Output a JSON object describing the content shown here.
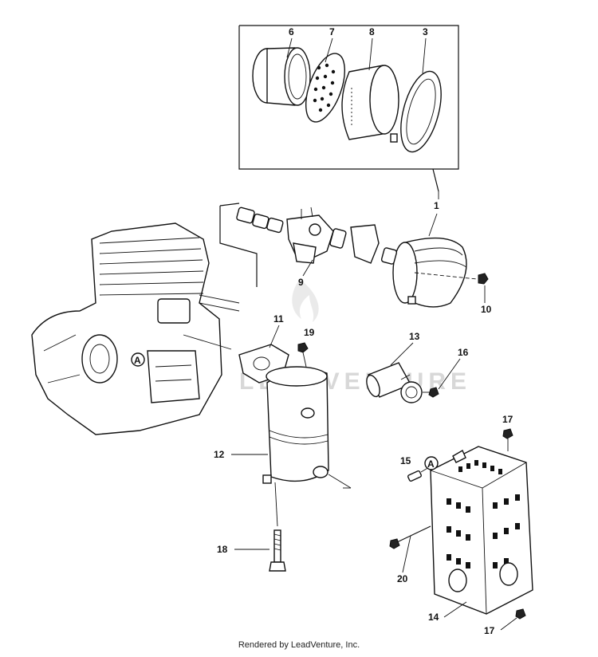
{
  "diagram": {
    "callouts": {
      "c1": "1",
      "c3": "3",
      "c6": "6",
      "c7": "7",
      "c8": "8",
      "c9": "9",
      "c10": "10",
      "c11": "11",
      "c12": "12",
      "c13": "13",
      "c14": "14",
      "c15": "15",
      "c16": "16",
      "c17a": "17",
      "c17b": "17",
      "c18": "18",
      "c19": "19",
      "c20": "20"
    },
    "reference_marks": {
      "a1": "A",
      "a2": "A"
    },
    "watermark": "LEADVENTURE"
  },
  "footer": {
    "rendered_by": "Rendered by LeadVenture, Inc."
  }
}
